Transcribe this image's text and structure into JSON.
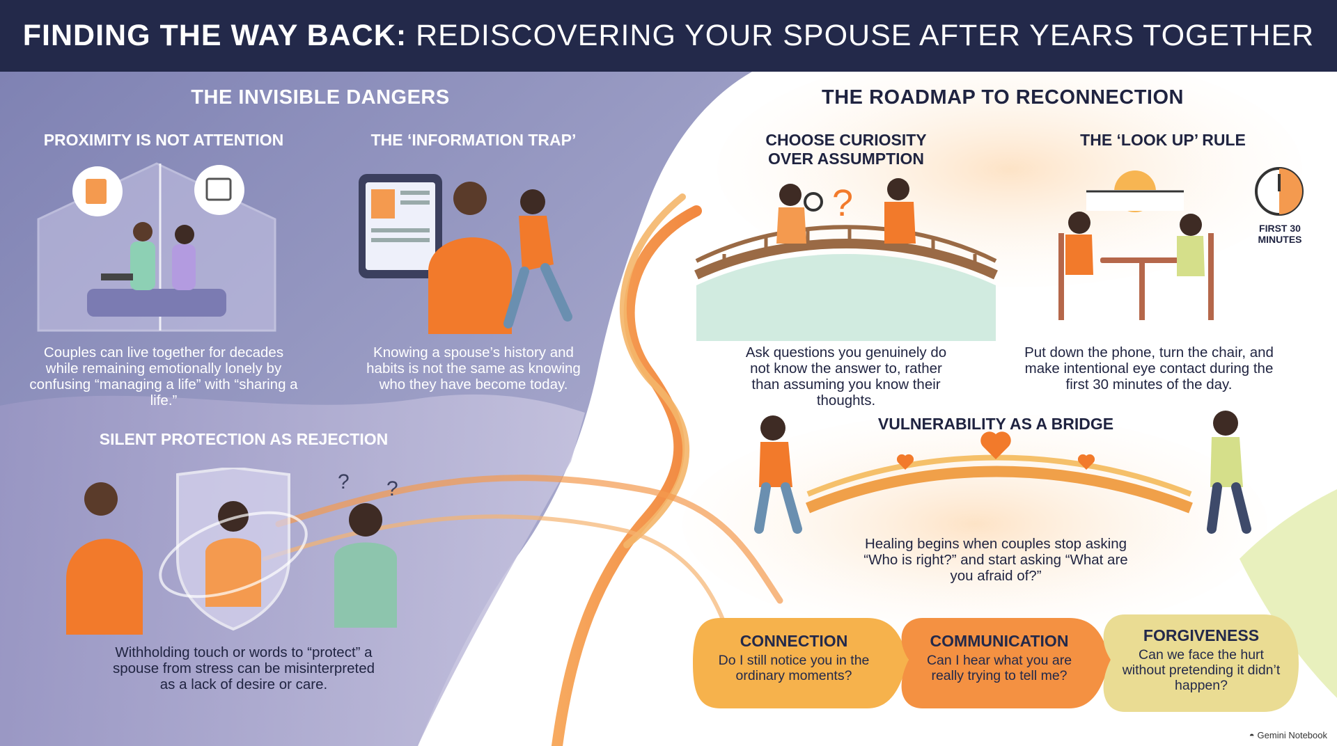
{
  "header": {
    "title_bold": "FINDING THE WAY BACK:",
    "title_rest": "REDISCOVERING YOUR SPOUSE AFTER YEARS TOGETHER"
  },
  "dangers": {
    "title": "THE INVISIBLE DANGERS",
    "proximity": {
      "title": "PROXIMITY IS NOT ATTENTION",
      "text": "Couples can live together for decades while remaining emotionally lonely by confusing “managing a life” with “sharing a life.”"
    },
    "information": {
      "title": "THE ‘INFORMATION TRAP’",
      "text": "Knowing a spouse’s history and habits is not the same as knowing who they have become today."
    },
    "silent": {
      "title": "SILENT PROTECTION AS REJECTION",
      "text": "Withholding touch or words to “protect” a spouse from stress can be misinterpreted as a lack of desire or care."
    }
  },
  "roadmap": {
    "title": "THE ROADMAP TO RECONNECTION",
    "curiosity": {
      "title_line1": "CHOOSE CURIOSITY",
      "title_line2": "OVER ASSUMPTION",
      "text": "Ask questions you genuinely do not know the answer to, rather than assuming you know their thoughts."
    },
    "lookup": {
      "title": "THE ‘LOOK UP’ RULE",
      "clock_label": "FIRST 30 MINUTES",
      "text": "Put down the phone, turn the chair, and make intentional eye contact during the first 30 minutes of the day."
    },
    "vulnerability": {
      "title": "VULNERABILITY AS A BRIDGE",
      "text": "Healing begins when couples stop asking “Who is right?” and start asking “What are you afraid of?”"
    }
  },
  "pillars": [
    {
      "title": "CONNECTION",
      "text": "Do I still notice you in the ordinary moments?",
      "color": "#f6b24c"
    },
    {
      "title": "COMMUNICATION",
      "text": "Can I hear what you are really trying to tell me?",
      "color": "#f49142"
    },
    {
      "title": "FORGIVENESS",
      "text": "Can we face the hurt without pretending it didn’t happen?",
      "color": "#eadc93"
    }
  ],
  "colors": {
    "navy": "#23294a",
    "orange": "#f27a2b",
    "lavender": "#8d8fb8"
  },
  "brand": "Gemini Notebook"
}
